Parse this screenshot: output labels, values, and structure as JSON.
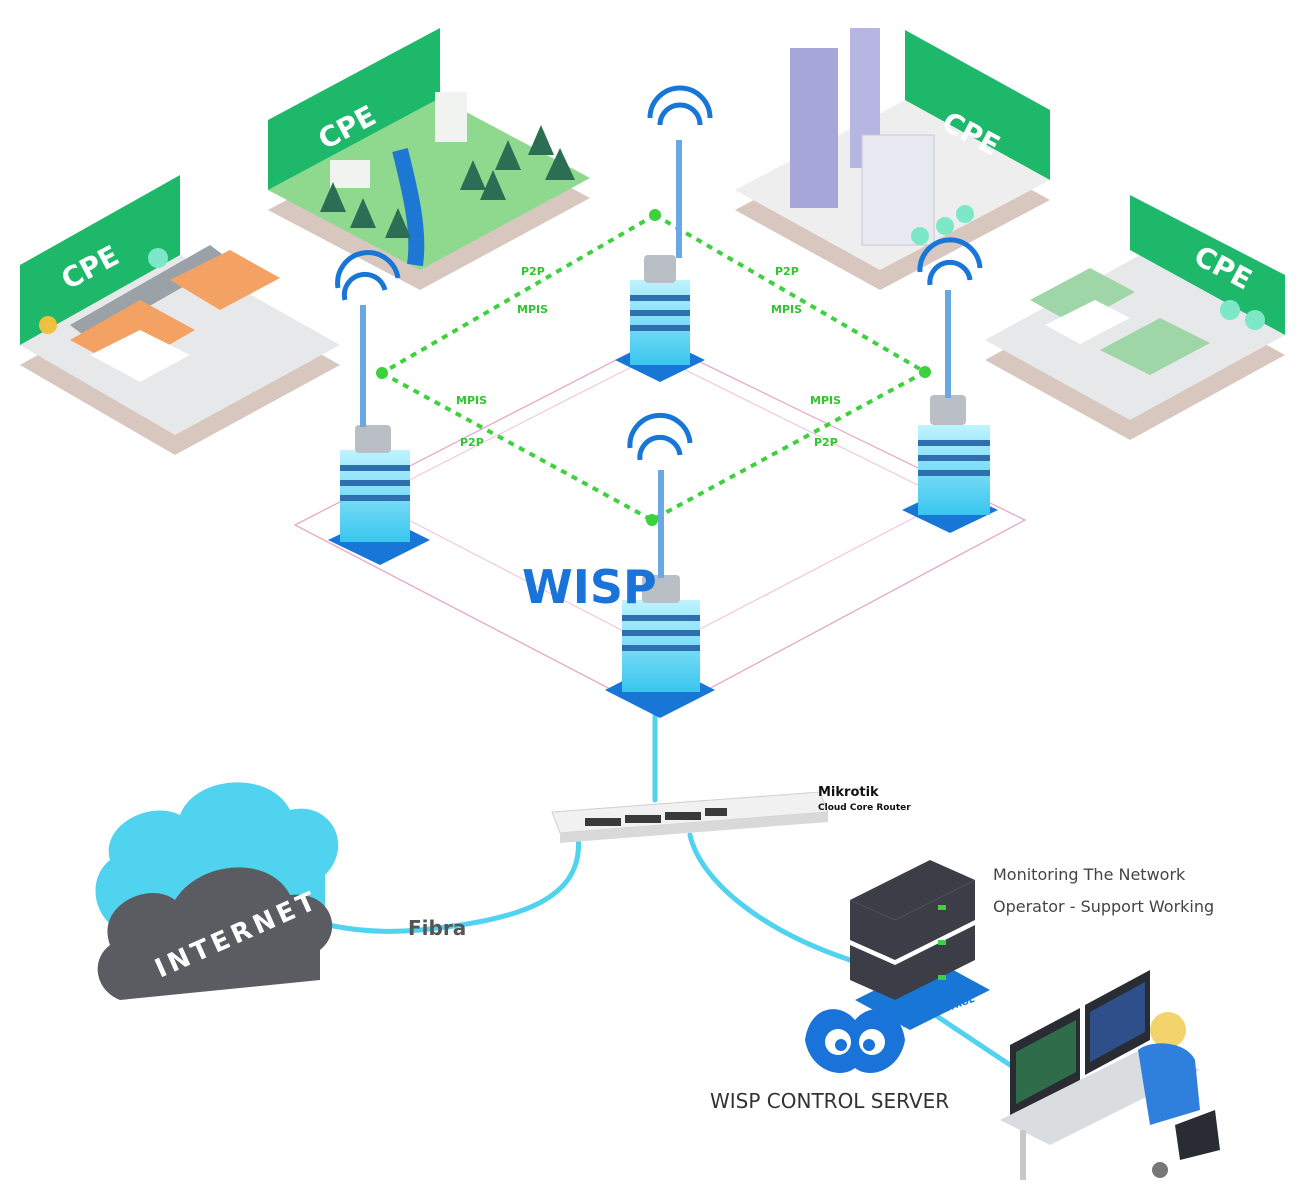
{
  "title": "WISP",
  "cpe_label": "CPE",
  "links": {
    "top_left": [
      "P2P",
      "MPIS"
    ],
    "top_right": [
      "P2P",
      "MPIS"
    ],
    "bottom_left": [
      "MPIS",
      "P2P"
    ],
    "bottom_right": [
      "MPIS",
      "P2P"
    ]
  },
  "router": {
    "brand": "Mikrotik",
    "model": "Cloud Core Router"
  },
  "internet": {
    "label": "INTERNET",
    "link_label": "Fibra"
  },
  "server": {
    "label": "WISP CONTROL SERVER",
    "badge": "WISP CONTROL",
    "notes": [
      "Monitoring The Network",
      "Operator - Support Working"
    ]
  },
  "colors": {
    "wisp_blue": "#1a73d8",
    "cpe_green": "#1db86a",
    "link_green": "#3dd13d",
    "cable_cyan": "#4fd3ef",
    "tower_cyan": "#5ad8f5",
    "server_dark": "#3b3e46"
  }
}
